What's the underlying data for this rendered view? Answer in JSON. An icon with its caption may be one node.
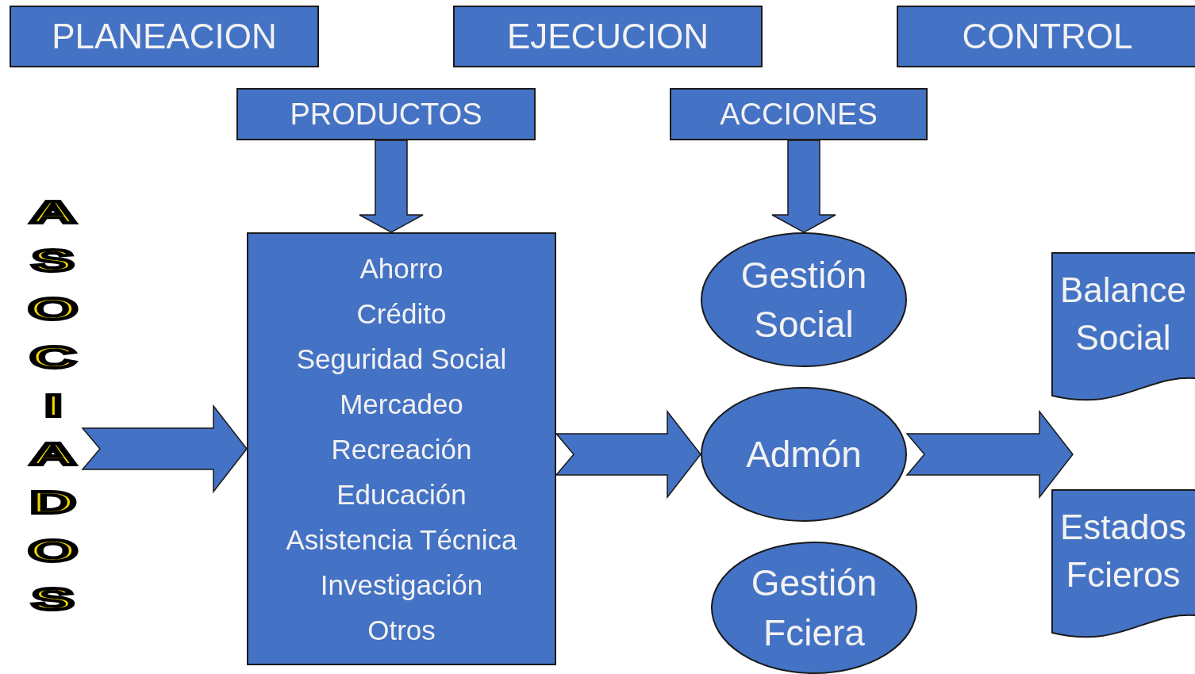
{
  "diagram": {
    "nodes": [
      {
        "text": [
          "PLANEACION"
        ]
      },
      {
        "text": [
          "EJECUCION"
        ]
      },
      {
        "text": [
          "CONTROL"
        ]
      },
      {
        "text": [
          "PRODUCTOS"
        ]
      },
      {
        "text": [
          "ACCIONES"
        ]
      },
      {
        "text": [
          "ASOCIADOS"
        ]
      },
      {
        "text": [
          "Ahorro",
          "Crédito",
          "Seguridad Social",
          "Mercadeo",
          "Recreación",
          "Educación",
          "Asistencia Técnica",
          "Investigación",
          "Otros"
        ]
      },
      {
        "text": [
          "Gestión Social"
        ]
      },
      {
        "text": [
          "Admón"
        ]
      },
      {
        "text": [
          "Gestión Fciera"
        ]
      },
      {
        "text": [
          "Balance Social"
        ]
      },
      {
        "text": [
          "Estados Fcieros"
        ]
      }
    ],
    "edges": [
      {
        "from": 3,
        "to": 6,
        "arrow": "to"
      },
      {
        "from": 4,
        "to": 7,
        "arrow": "to"
      },
      {
        "from": 5,
        "to": 6,
        "arrow": "to"
      },
      {
        "from": 6,
        "to": 8,
        "arrow": "to"
      },
      {
        "from": 8,
        "to": null,
        "arrow": "to"
      }
    ]
  }
}
